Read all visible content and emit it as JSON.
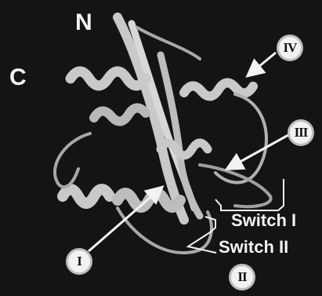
{
  "labels": {
    "n_terminus": "N",
    "c_terminus": "C",
    "switch_1": "Switch I",
    "switch_2": "Switch II"
  },
  "markers": {
    "i": "I",
    "ii": "II",
    "iii": "III",
    "iv": "IV"
  },
  "colors": {
    "background": "#141414",
    "ribbon": "#cfcfcf",
    "label": "#f2f2f2"
  }
}
